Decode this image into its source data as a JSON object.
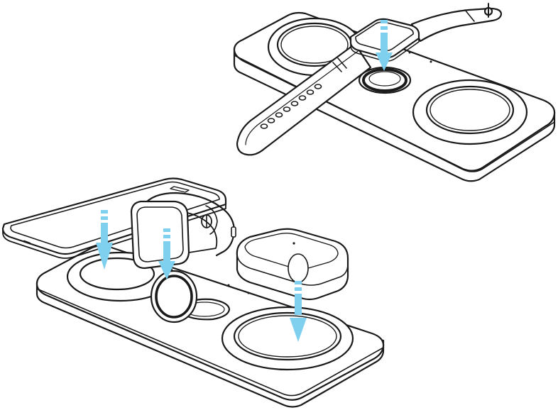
{
  "colors": {
    "line": "#1a1a1a",
    "fill": "#ffffff",
    "arrow": "#7fd0ef",
    "shadow": "#2a2a2a"
  },
  "icons": [
    "charging-pad",
    "smartwatch",
    "smartphone",
    "earbuds-case",
    "down-arrow"
  ]
}
